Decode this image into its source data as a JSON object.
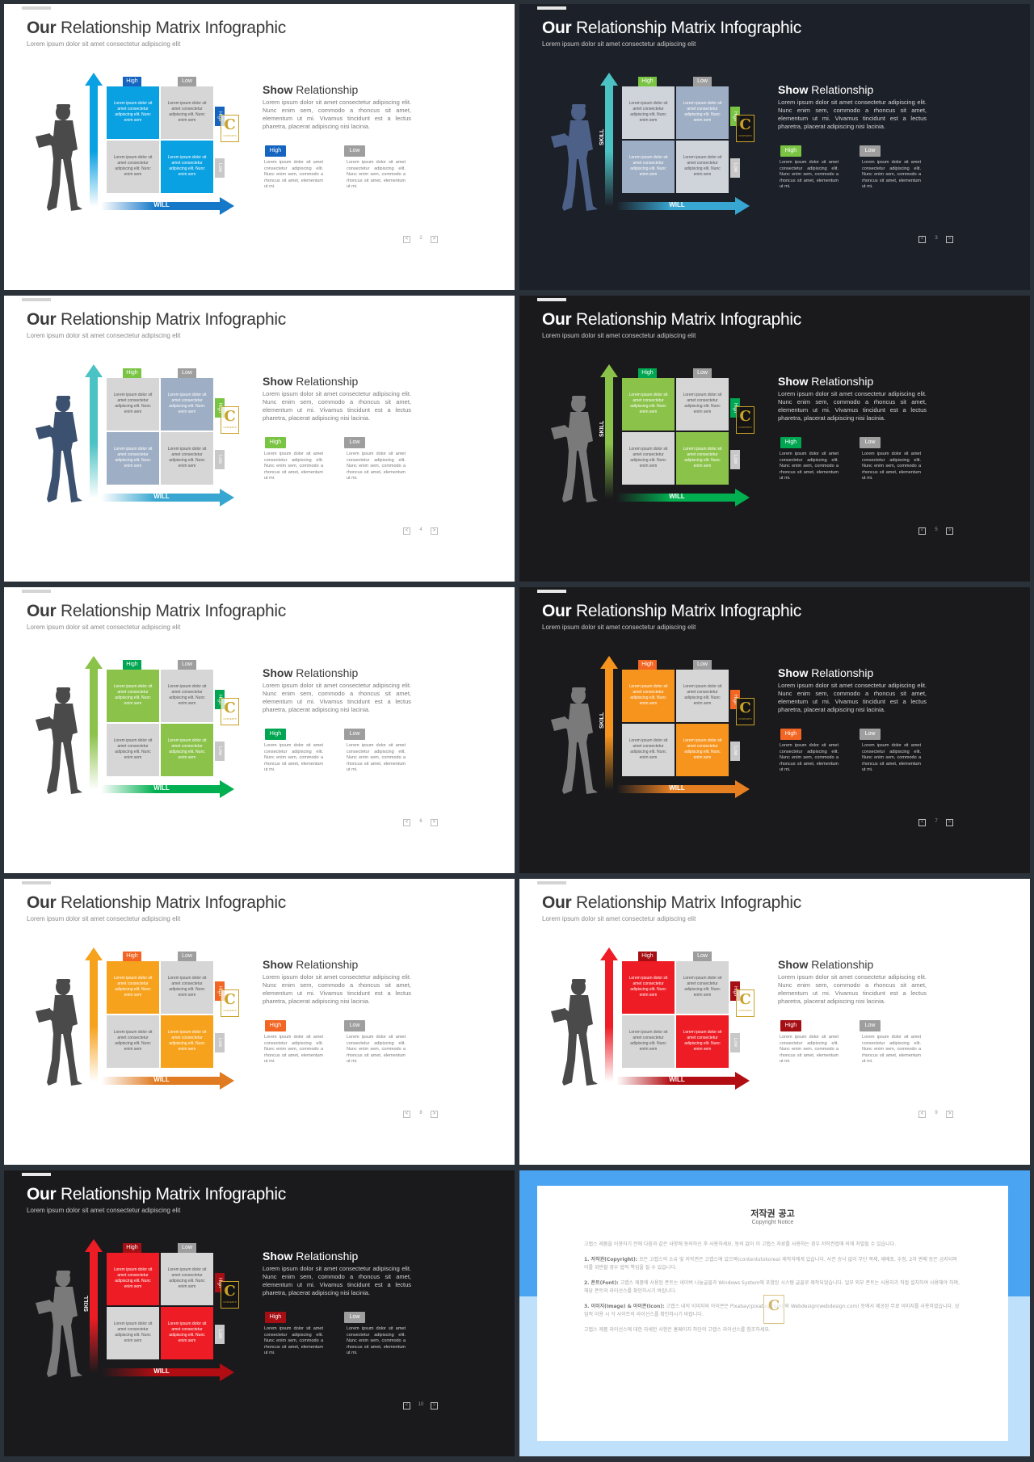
{
  "slides": [
    {
      "theme": "light",
      "page": "2",
      "accent": "#0aa1e3",
      "arrow": "#1578c8",
      "arrow_start": "#ffffff",
      "tag": "#1565c0",
      "figure": "#4a4a4a",
      "cell_text": "#ffffff",
      "text_on_accent": "#ffffff",
      "diag": true
    },
    {
      "theme": "dark1",
      "page": "3",
      "accent": "#9eaec4",
      "grey": "#cfd3da",
      "arrow": "#37a6d0",
      "arrow_start": "#1c2028",
      "skill_arrow": "#4bc2c4",
      "tag": "#7ac443",
      "figure": "#4c6088",
      "diag": false
    },
    {
      "theme": "light",
      "page": "4",
      "accent": "#9eaec4",
      "arrow": "#37a6d0",
      "arrow_start": "#ffffff",
      "skill_arrow": "#4bc2c4",
      "tag": "#7ac443",
      "figure": "#3c5070",
      "diag": false
    },
    {
      "theme": "dark2",
      "page": "5",
      "accent": "#8bc34a",
      "arrow": "#00b050",
      "arrow_start": "#1a1a1c",
      "tag": "#00a651",
      "figure": "#7a7a7a",
      "diag": true
    },
    {
      "theme": "light",
      "page": "6",
      "accent": "#8bc34a",
      "arrow": "#00b050",
      "arrow_start": "#ffffff",
      "skill_arrow": "#8bc34a",
      "tag": "#00a651",
      "figure": "#4a4a4a",
      "diag": true
    },
    {
      "theme": "dark2",
      "page": "7",
      "accent": "#f7941d",
      "arrow": "#e67e22",
      "arrow_start": "#1a1a1c",
      "tag": "#f26522",
      "figure": "#7a7a7a",
      "diag": true
    },
    {
      "theme": "light",
      "page": "8",
      "accent": "#f7a21d",
      "arrow": "#e07b22",
      "arrow_start": "#ffffff",
      "tag": "#f26522",
      "figure": "#4a4a4a",
      "diag": true
    },
    {
      "theme": "light",
      "page": "9",
      "accent": "#ee1c24",
      "arrow": "#b10d12",
      "arrow_start": "#ffffff",
      "tag": "#a50f14",
      "figure": "#4a4a4a",
      "diag": true
    },
    {
      "theme": "dark2",
      "page": "10",
      "accent": "#ee1c24",
      "arrow": "#b10d12",
      "arrow_start": "#1a1a1c",
      "tag": "#a50f14",
      "figure": "#7a7a7a",
      "diag": true
    }
  ],
  "slide_text": {
    "title_bold": "Our",
    "title_rest": "Relationship Matrix Infographic",
    "subtitle": "Lorem ipsum dolor sit amet consectetur adipiscing elit",
    "skill": "SKILL",
    "will": "WILL",
    "high": "High",
    "low": "Low",
    "cell_text": "Lorem ipsum dolor sit amet consectetur adipiscing elit. Nunc enim sem",
    "logo_letter": "C",
    "logo_text": "CONTENTS",
    "right_heading_bold": "Show",
    "right_heading_rest": "Relationship",
    "right_paragraph": "Lorem ipsum dolor sit amet consectetur adipiscing elit. Nunc enim sem, commodo a rhoncus sit amet, elementum ut mi. Vivamus tincidunt est a lectus pharetra, placerat adipiscing nisi lacinia.",
    "col_text": "Lorem ipsum dolor sit amet consectetur adipiscing elit. Nunc enim sem, commodo a rhoncus sit amet, elementum ut mi.",
    "nav_prev": "<",
    "nav_next": ">"
  },
  "notice": {
    "title": "저작권 공고",
    "subtitle": "Copyright Notice",
    "intro": "고랩스 제품을 이용하기 전에 다음과 같은 사항에 동의하신 후 사용하세요. 동의 없이 이 고랩스 자료를 사용하는 경우 저작권법에 의해 처벌될 수 있습니다.",
    "items": [
      {
        "head": "1. 저작권(Copyright):",
        "text": "모든 고랩스의 소유 및 저작권은 고랩스에 있으며(contentstokorea) 제작자에게 있습니다. 사전 승낙 없이 무단 복제, 재배포, 수정, 2차 판매 등은 금지되며 이를 위반할 경우 법적 책임을 질 수 있습니다."
      },
      {
        "head": "2. 폰트(Font):",
        "text": "고랩스 제품에 사용된 폰트는 네이버 나눔글꼴과 Windows System에 포함된 시스템 글꼴로 제작되었습니다. 일부 외부 폰트는 사용자가 직접 설치하여 사용해야 하며, 해당 폰트의 라이선스를 확인하시기 바랍니다."
      },
      {
        "head": "3. 이미지(Image) & 아이콘(Icon):",
        "text": "고랩스 내의 이미지와 아이콘은 Pixabay(pixabay.com) 와 Webdesign(webdesign.com) 등에서 제공된 무료 이미지를 사용하였습니다. 상업적 이용 시 각 사이트의 라이선스를 확인하시기 바랍니다."
      }
    ],
    "outro": "고랩스 제품 라이선스에 대한 자세한 사항은 홈페이지 하단의 고랩스 라이선스를 참조하세요."
  }
}
